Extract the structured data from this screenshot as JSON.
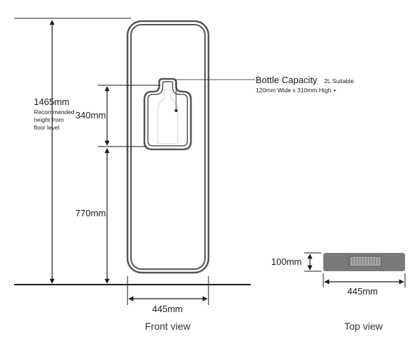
{
  "front_view": {
    "caption": "Front view",
    "total_height": {
      "value": "1465mm",
      "note_lines": [
        "Recommended",
        "height from",
        "floor level"
      ]
    },
    "bay_height": "340mm",
    "lower_height": "770mm",
    "width": "445mm",
    "bottle": {
      "title": "Bottle Capacity",
      "suitability": "2L Suitable",
      "dimensions": "120mm Wide x 310mm High +"
    }
  },
  "top_view": {
    "caption": "Top view",
    "depth": "100mm",
    "width": "445mm"
  },
  "colors": {
    "unit_outline": "#555555",
    "top_fill": "#7a7a7a",
    "grille": "#a9a9a9",
    "line": "#1a1a1a"
  }
}
